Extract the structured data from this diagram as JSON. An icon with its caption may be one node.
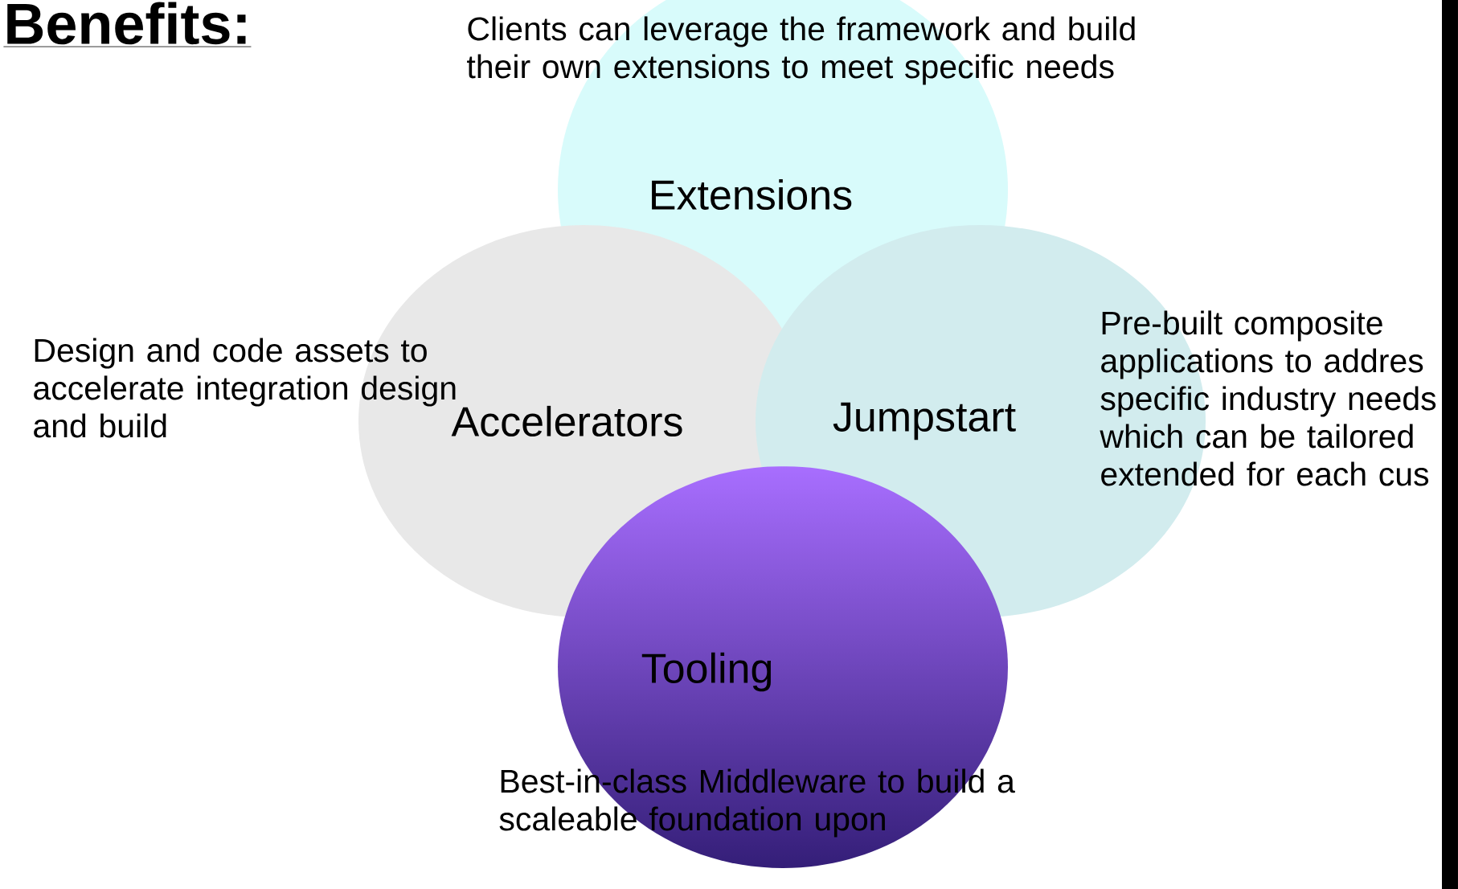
{
  "diagram": {
    "title": "Benefits:",
    "nodes": [
      {
        "text": [
          "Clients can leverage the framework and build their own extensions to meet specific needs",
          "Extensions"
        ]
      },
      {
        "text": [
          "Accelerators"
        ],
        "beside": [
          "Design and code assets to accelerate integration design and build"
        ]
      },
      {
        "text": [
          "Jumpstart"
        ],
        "beside": [
          "Pre-built composite applications to addres specific industry needs which can be tailored extended for each cus"
        ]
      },
      {
        "text": [
          "Tooling"
        ],
        "beside": [
          "Best-in-class Middleware to build a scaleable foundation upon"
        ]
      }
    ]
  }
}
